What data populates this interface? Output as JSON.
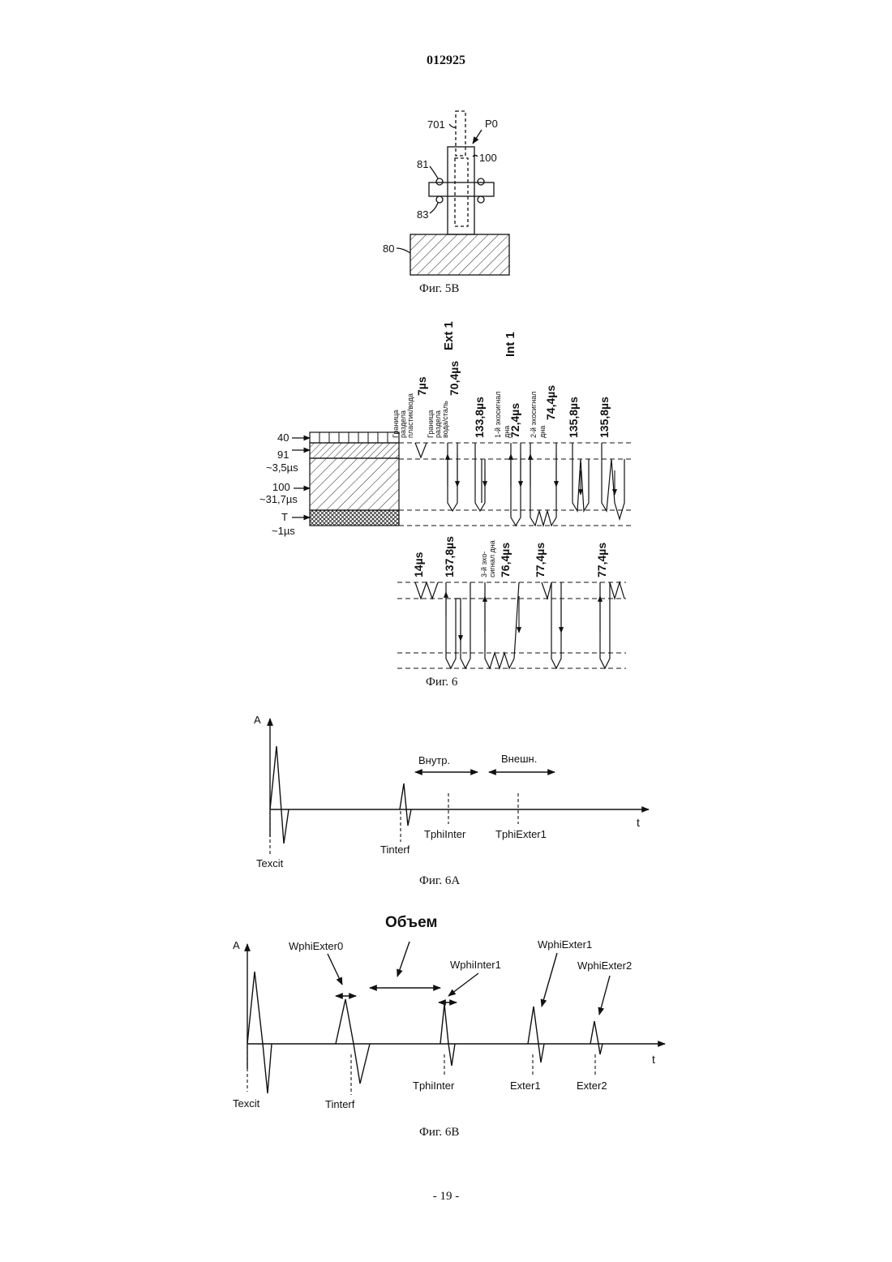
{
  "document_number": "012925",
  "page_number": "- 19 -",
  "fig5b": {
    "caption": "Фиг. 5B",
    "labels": {
      "l701": "701",
      "p0": "P0",
      "l100": "100",
      "l81": "81",
      "l83": "83",
      "l80": "80"
    }
  },
  "fig6": {
    "caption": "Фиг. 6",
    "layers": {
      "l40": "40",
      "l91": "91",
      "l91t": "~3,5µs",
      "l100": "100",
      "l100t": "~31,7µs",
      "lT": "T",
      "lTt": "~1µs"
    },
    "top_labels": {
      "ext1": "Ext 1",
      "int1": "Int 1"
    },
    "row1": {
      "t7": "7µs",
      "b1": "Граница",
      "b2": "раздела",
      "b3": "пластик/вода",
      "t704": "70,4µs",
      "c1": "Граница",
      "c2": "раздела",
      "c3": "вода/сталь",
      "t1338": "133,8µs",
      "e1a": "1-й эхосигнал",
      "e1b": "дна",
      "t724": "72,4µs",
      "e2a": "2-й эхосигнал",
      "e2b": "дна",
      "t744": "74,4µs",
      "t1358a": "135,8µs",
      "t1358b": "135,8µs"
    },
    "row2": {
      "t14": "14µs",
      "t1378": "137,8µs",
      "e3a": "3-й эхо-",
      "e3b": "сигнал дна",
      "t764": "76,4µs",
      "t774a": "77,4µs",
      "t774b": "77,4µs"
    }
  },
  "fig6a": {
    "caption": "Фиг. 6A",
    "y_axis": "A",
    "x_axis": "t",
    "vnutr": "Внутр.",
    "vnesh": "Внешн.",
    "tphiinter": "TphiInter",
    "tphiexter1": "TphiExter1",
    "texcit": "Texcit",
    "tinterf": "Tinterf"
  },
  "fig6b": {
    "caption": "Фиг. 6B",
    "volume": "Объем",
    "y_axis": "A",
    "x_axis": "t",
    "wphiexter0": "WphiExter0",
    "wphiinter1": "WphiInter1",
    "wphiexter1": "WphiExter1",
    "wphiexter2": "WphiExter2",
    "texcit": "Texcit",
    "tinterf": "Tinterf",
    "tphiinter": "TphiInter",
    "exter1": "Exter1",
    "exter2": "Exter2"
  }
}
